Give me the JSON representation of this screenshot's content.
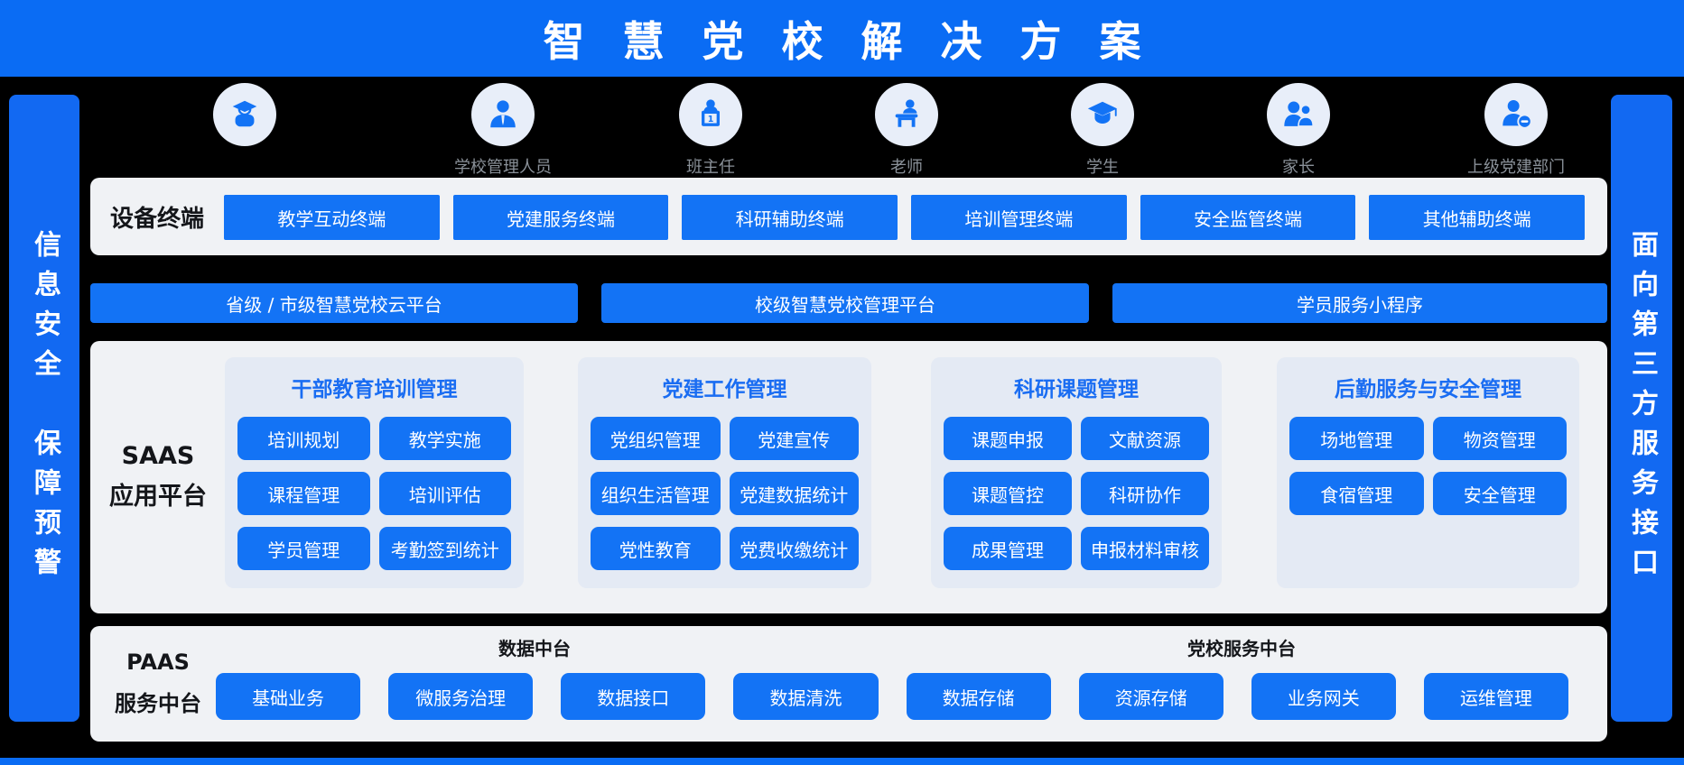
{
  "banner": {
    "title": "智慧党校解决方案"
  },
  "left_bar": {
    "line1": "信息安全",
    "line2": "保障预警"
  },
  "right_bar": {
    "text": "面向第三方服务接口"
  },
  "roles": [
    {
      "icon": "graduate-icon",
      "label": ""
    },
    {
      "icon": "school-admin-icon",
      "label": "学校管理人员"
    },
    {
      "icon": "head-teacher-icon",
      "label": "班主任"
    },
    {
      "icon": "teacher-icon",
      "label": "老师"
    },
    {
      "icon": "student-icon",
      "label": "学生"
    },
    {
      "icon": "parents-icon",
      "label": "家长"
    },
    {
      "icon": "superior-party-dept-icon",
      "label": "上级党建部门"
    }
  ],
  "device_panel": {
    "label": "设备终端",
    "items": [
      "教学互动终端",
      "党建服务终端",
      "科研辅助终端",
      "培训管理终端",
      "安全监管终端",
      "其他辅助终端"
    ]
  },
  "platforms": [
    "省级 / 市级智慧党校云平台",
    "校级智慧党校管理平台",
    "学员服务小程序"
  ],
  "saas_panel": {
    "label_line1": "SAAS",
    "label_line2": "应用平台",
    "groups": [
      {
        "title": "干部教育培训管理",
        "items": [
          "培训规划",
          "教学实施",
          "课程管理",
          "培训评估",
          "学员管理",
          "考勤签到统计"
        ]
      },
      {
        "title": "党建工作管理",
        "items": [
          "党组织管理",
          "党建宣传",
          "组织生活管理",
          "党建数据统计",
          "党性教育",
          "党费收缴统计"
        ]
      },
      {
        "title": "科研课题管理",
        "items": [
          "课题申报",
          "文献资源",
          "课题管控",
          "科研协作",
          "成果管理",
          "申报材料审核"
        ]
      },
      {
        "title": "后勤服务与安全管理",
        "items": [
          "场地管理",
          "物资管理",
          "食宿管理",
          "安全管理"
        ]
      }
    ]
  },
  "paas_panel": {
    "label_line1": "PAAS",
    "label_line2": "服务中台",
    "sections": [
      {
        "title": "数据中台",
        "items": [
          "基础业务",
          "微服务治理",
          "数据接口",
          "数据清洗"
        ]
      },
      {
        "title": "党校服务中台",
        "items": [
          "数据存储",
          "资源存储",
          "业务网关",
          "运维管理"
        ]
      }
    ]
  },
  "colors": {
    "banner_blue": "#0a6cf4",
    "side_bar_blue": "#1269f2",
    "accent_blue": "#1373f5",
    "group_title_blue": "#1a6df2",
    "panel_bg": "#f0f2f5",
    "group_bg": "#e4eaf4",
    "icon_circle_bg": "#e8eef9",
    "role_label_gray": "#8a9199",
    "page_bg": "#000000"
  }
}
